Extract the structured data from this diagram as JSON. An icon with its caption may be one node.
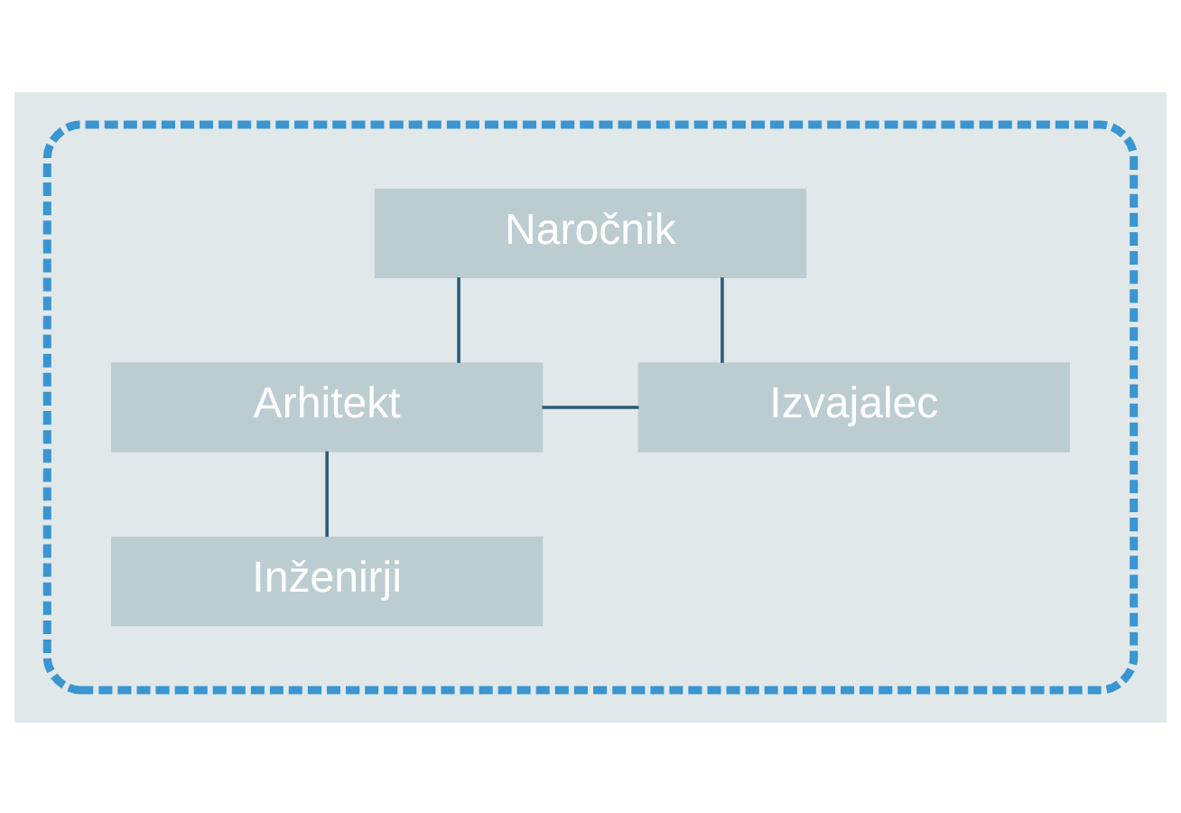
{
  "diagram": {
    "nodes": [
      {
        "text": [],
        "shape": "box"
      },
      {
        "text": [
          "Naročnik"
        ],
        "in": 0
      },
      {
        "text": [
          "Arhitekt"
        ],
        "in": 0
      },
      {
        "text": [
          "Izvajalec"
        ],
        "in": 0
      },
      {
        "text": [
          "Inženirji"
        ],
        "in": 0
      }
    ],
    "edges": [
      {
        "from": 1,
        "to": 2,
        "arrow": "none"
      },
      {
        "from": 1,
        "to": 3,
        "arrow": "none"
      },
      {
        "from": 2,
        "to": 3,
        "arrow": "none"
      },
      {
        "from": 2,
        "to": 4,
        "arrow": "none"
      }
    ]
  }
}
